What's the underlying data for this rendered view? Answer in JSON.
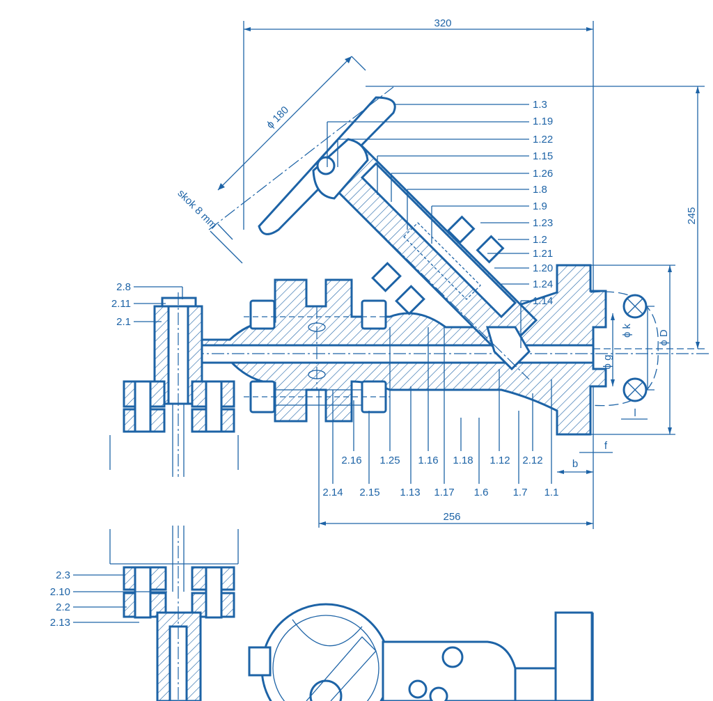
{
  "colors": {
    "ink": "#1d63a6",
    "background": "#ffffff"
  },
  "dimensions": {
    "overall_width": "320",
    "overall_height": "245",
    "handwheel_dia": "ϕ 180",
    "stroke": "skok 8 mm",
    "face_to_face": "256",
    "D": "ϕ D",
    "k": "ϕ k",
    "g": "ϕ g",
    "l": "l",
    "f": "f",
    "b": "b"
  },
  "callouts_right": [
    "1.3",
    "1.19",
    "1.22",
    "1.15",
    "1.26",
    "1.8",
    "1.9",
    "1.23",
    "1.2",
    "1.21",
    "1.20",
    "1.24",
    "1.14"
  ],
  "callouts_bottom_row1": [
    "2.16",
    "1.25",
    "1.16",
    "1.18",
    "1.12",
    "2.12"
  ],
  "callouts_bottom_row2": [
    "2.14",
    "2.15",
    "1.13",
    "1.17",
    "1.6",
    "1.7",
    "1.1"
  ],
  "callouts_left_upper": [
    "2.8",
    "2.11",
    "2.1"
  ],
  "callouts_left_lower": [
    "2.3",
    "2.10",
    "2.2",
    "2.13"
  ]
}
